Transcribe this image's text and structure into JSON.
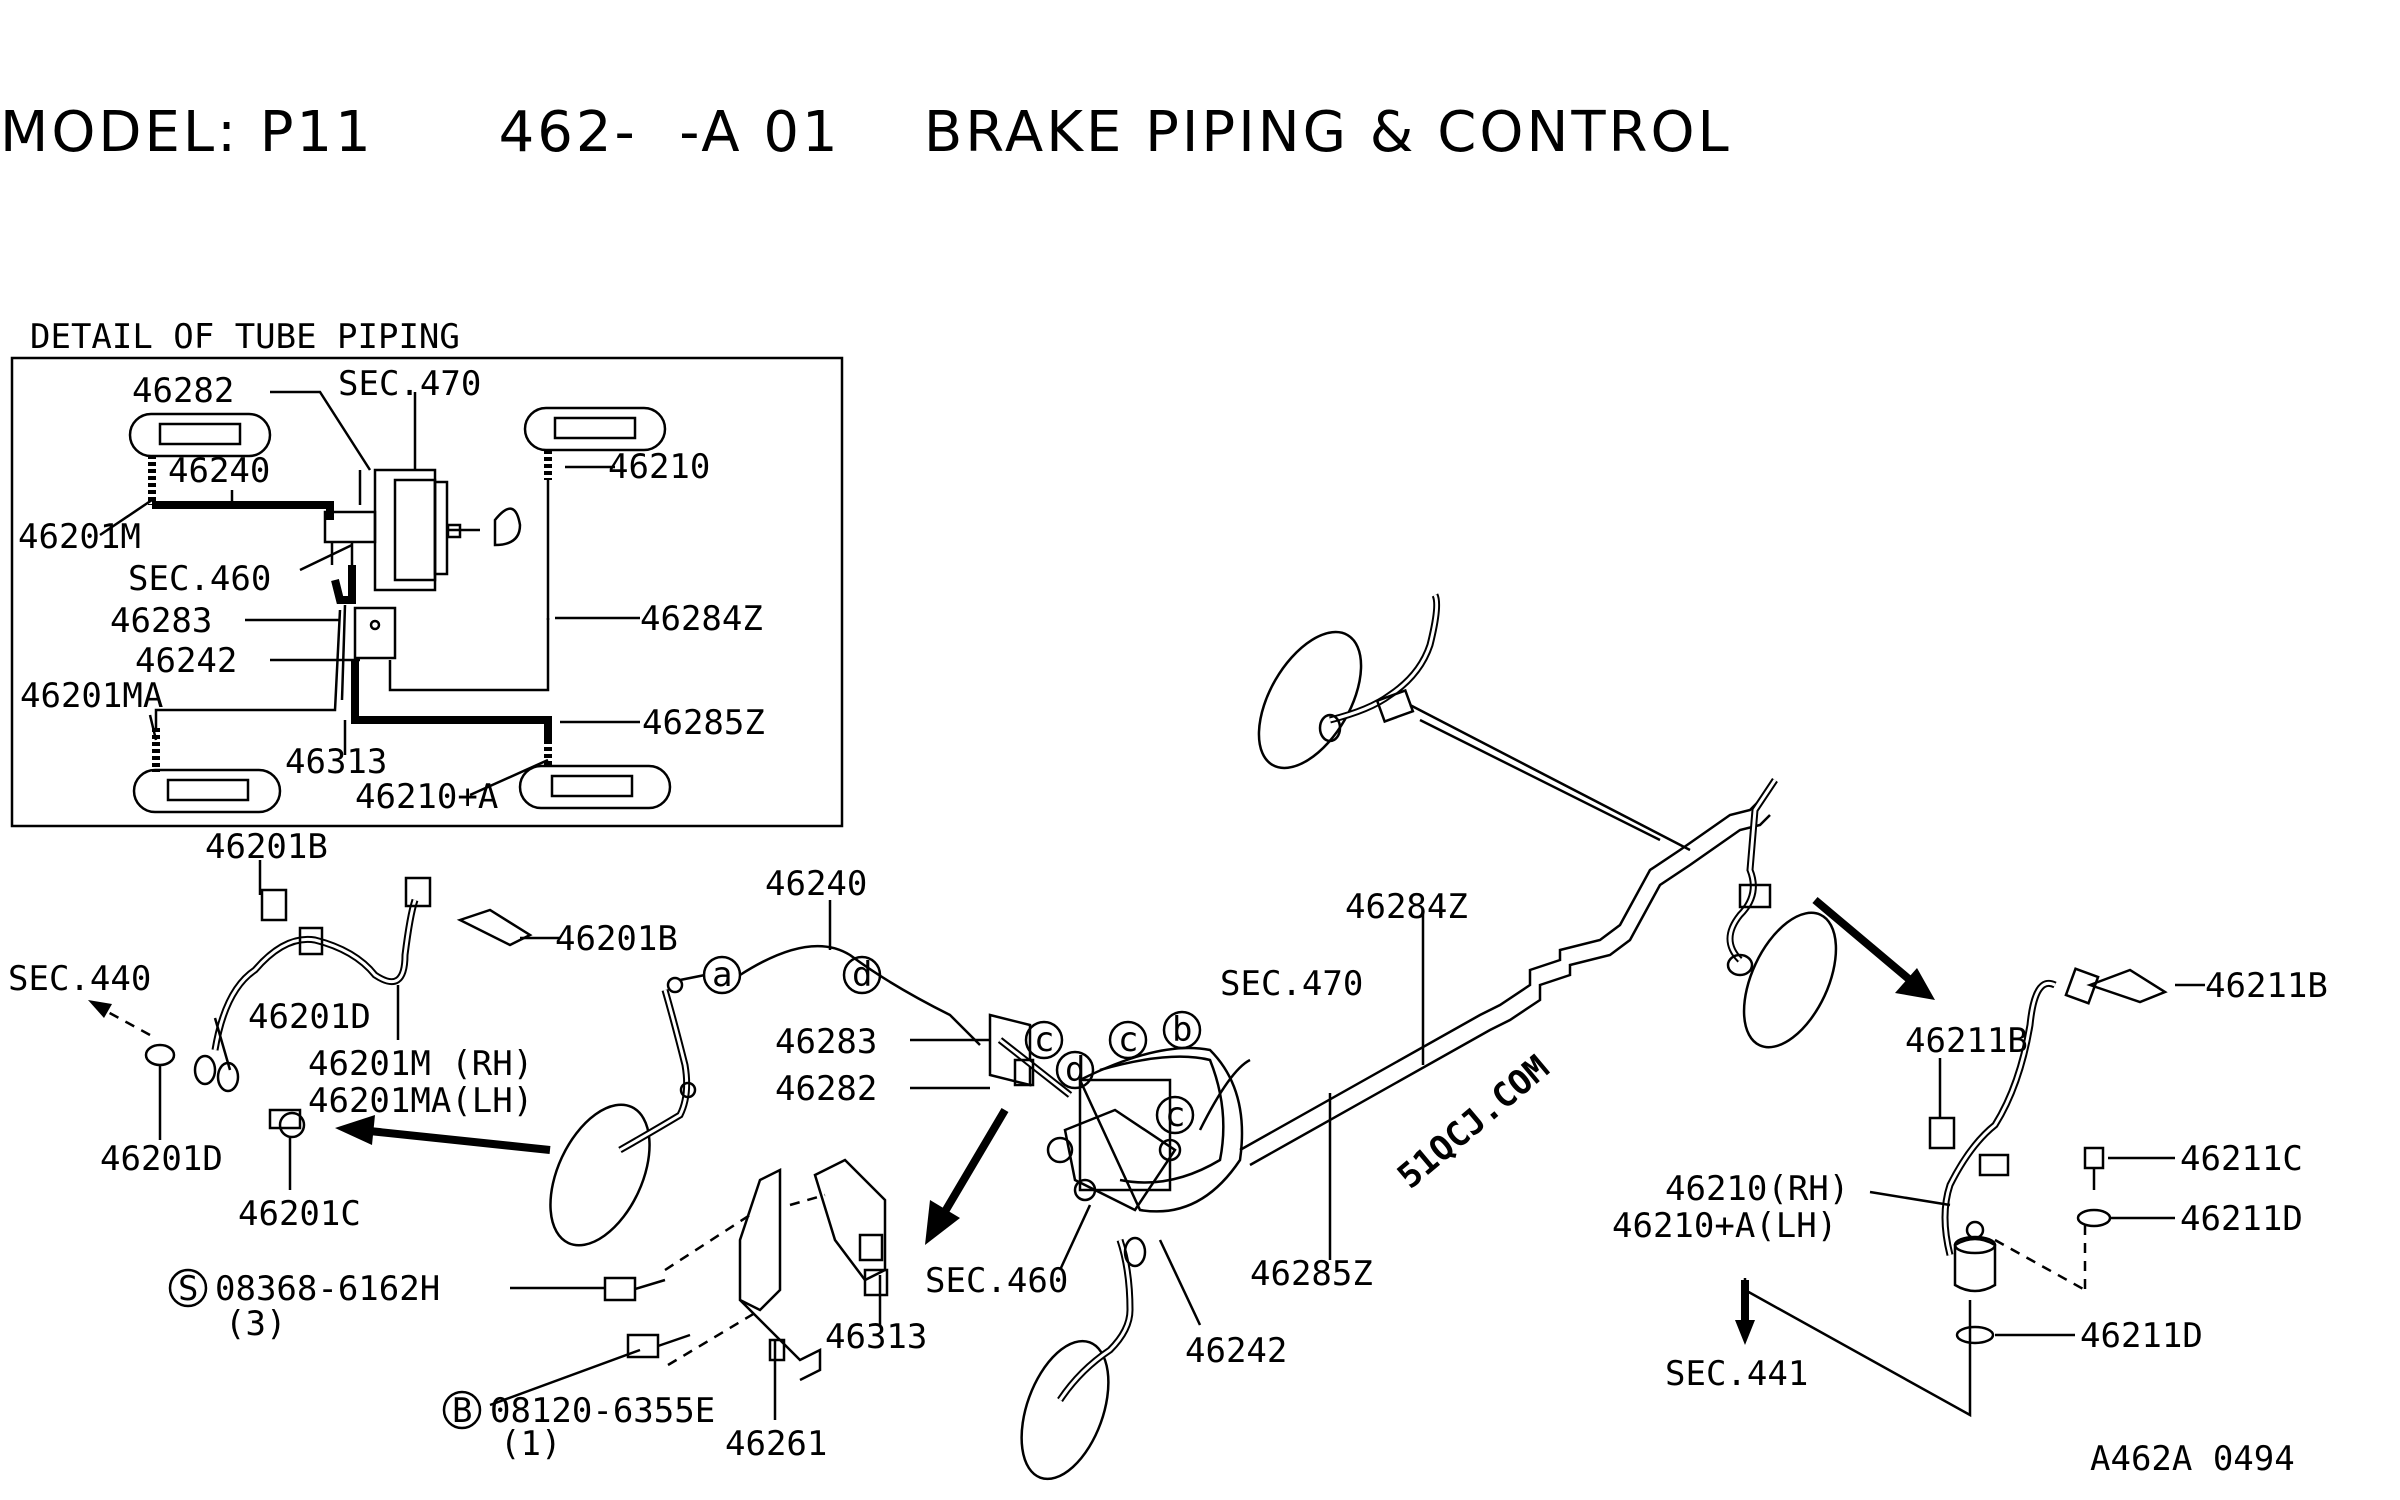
{
  "title": {
    "model": "MODEL: P11",
    "code": "462-  -A 01",
    "name": "BRAKE PIPING & CONTROL"
  },
  "watermark": "51QCJ.COM",
  "detail": {
    "title": "DETAIL OF TUBE PIPING",
    "labels": {
      "p46282": "46282",
      "sec470": "SEC.470",
      "p46240": "46240",
      "p46210": "46210",
      "p46201M": "46201M",
      "sec460": "SEC.460",
      "p46283": "46283",
      "p46284Z": "46284Z",
      "p46242": "46242",
      "p46201MA": "46201MA",
      "p46285Z": "46285Z",
      "p46313": "46313",
      "p46210A": "46210+A"
    }
  },
  "labels": {
    "p46201B_top": "46201B",
    "p46201B_mid": "46201B",
    "sec440": "SEC.440",
    "p46201D_top": "46201D",
    "p46201M_RH": "46201M (RH)",
    "p46201MA_LH": "46201MA(LH)",
    "p46201D_bot": "46201D",
    "p46201C": "46201C",
    "p46240": "46240",
    "p46283": "46283",
    "p46282": "46282",
    "sec470": "SEC.470",
    "p46284Z": "46284Z",
    "sec460": "SEC.460",
    "p46285Z": "46285Z",
    "p46242": "46242",
    "p46313": "46313",
    "p46261": "46261",
    "bolt1": "08368-6162H",
    "bolt1_qty": "(3)",
    "bolt2": "08120-6355E",
    "bolt2_qty": "(1)",
    "bolt1_prefix": "S",
    "bolt2_prefix": "B",
    "p46211B_top": "46211B",
    "p46211B_mid": "46211B",
    "p46211C": "46211C",
    "p46211D_top": "46211D",
    "p46211D_bot": "46211D",
    "p46210_RH": "46210(RH)",
    "p46210A_LH": "46210+A(LH)",
    "sec441": "SEC.441",
    "ref": "A462A 0494"
  },
  "callouts": [
    "a",
    "d",
    "c",
    "d",
    "c",
    "b",
    "c"
  ]
}
